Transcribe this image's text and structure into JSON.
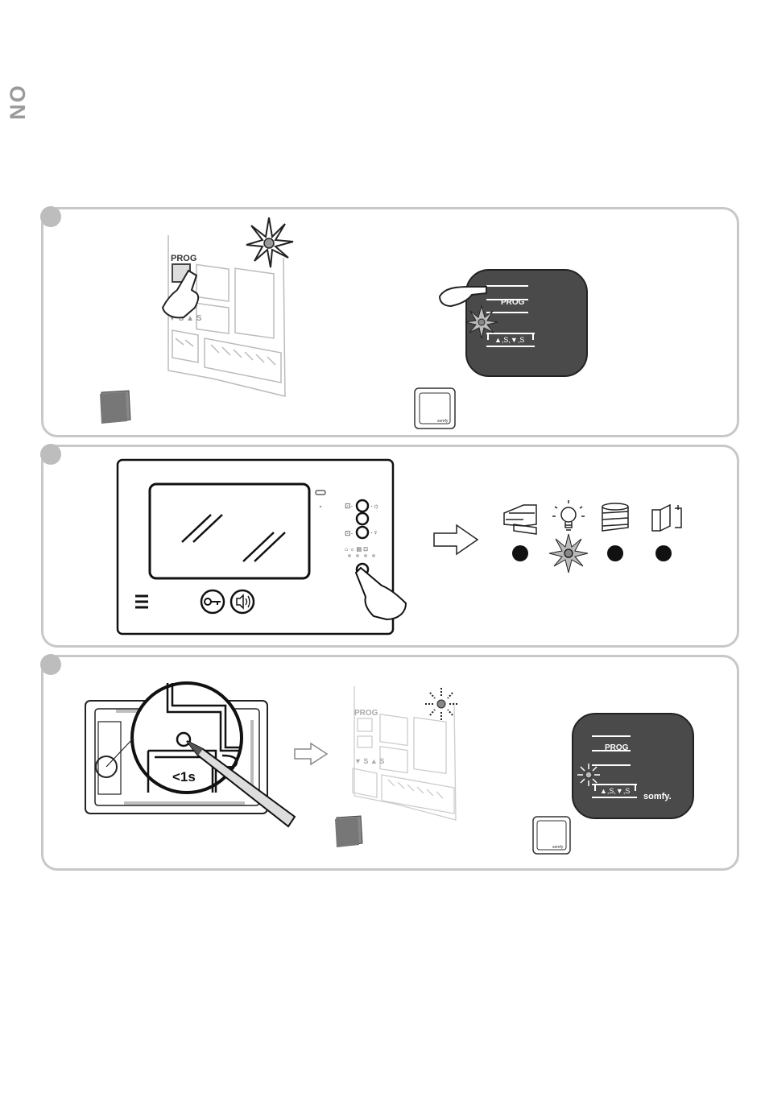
{
  "side_tab": {
    "label": "NO"
  },
  "step1": {
    "board_prog_label": "PROG",
    "board_side_label": "▼ S ▲ S",
    "receiver_prog_label": "PROG",
    "receiver_buttons_label": "▲,S,▼,S",
    "wall_switch_brand": "somfy"
  },
  "step2": {
    "device_icons": [
      "garage-door-icon",
      "light-bulb-icon",
      "roller-shutter-icon",
      "door-icon"
    ],
    "active_device_index": 1
  },
  "step3": {
    "press_duration_label": "<1s",
    "board_prog_label": "PROG",
    "board_side_label": "▼ S ▲ S",
    "receiver_prog_label": "PROG",
    "receiver_buttons_label": "▲,S,▼,S",
    "receiver_brand": "somfy.",
    "wall_switch_brand": "somfy"
  },
  "colors": {
    "panel_border": "#c8c8c8",
    "receiver_body": "#4a4a4a",
    "step_dot": "#bdbdbd"
  }
}
